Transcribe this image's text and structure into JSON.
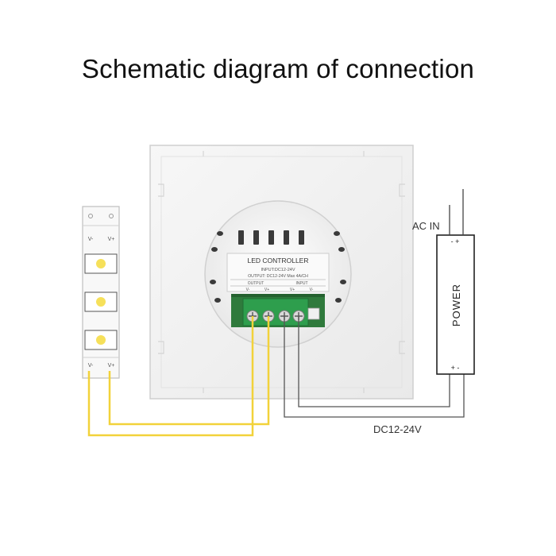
{
  "title": "Schematic diagram of connection",
  "controller": {
    "label": "LED CONTROLLER",
    "spec_line1": "INPUT:DC12-24V",
    "spec_line2": "OUTPUT: DC12-24V  Max 4A/CH",
    "output_label": "OUTPUT",
    "input_label": "INPUT",
    "terminal_v_minus": "V-",
    "terminal_v_plus": "V+"
  },
  "power_supply": {
    "label": "POWER",
    "top_terminals": "- +",
    "bottom_terminals": "+ -"
  },
  "labels": {
    "ac_in": "AC IN",
    "dc": "DC12-24V"
  },
  "strip": {
    "pads_top": "V- V+",
    "pads_bottom": "V- V+"
  },
  "colors": {
    "led_wire": "#f2d23a",
    "dc_wire": "#555555",
    "terminal_green": "#2e9e4d",
    "pcb_green": "#2f7a3c",
    "led_chip": "#f6e05a"
  }
}
